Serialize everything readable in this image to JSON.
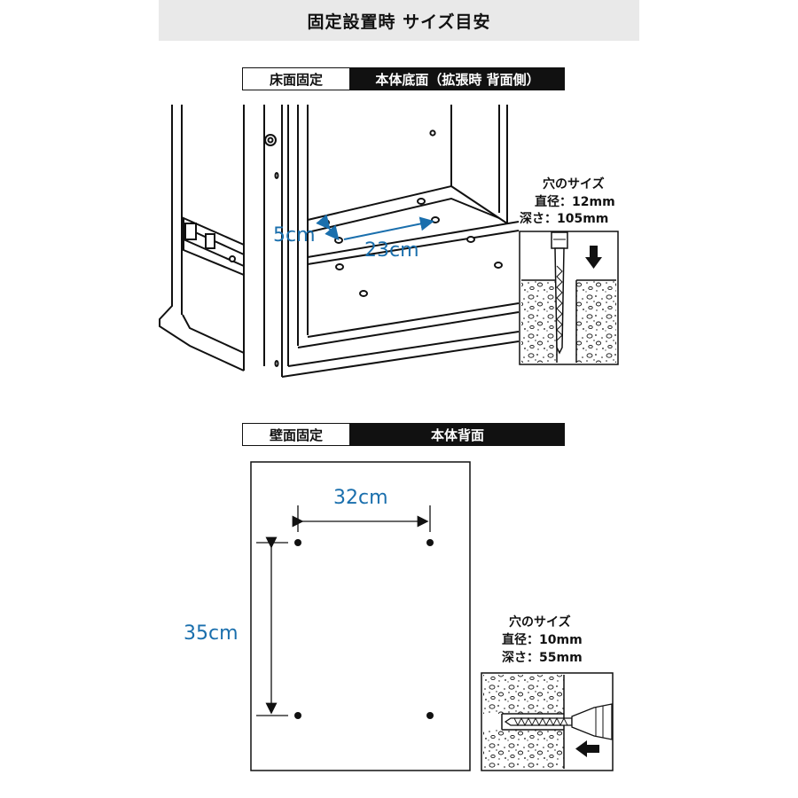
{
  "header": {
    "title": "固定設置時 サイズ目安"
  },
  "floor": {
    "tag": "床面固定",
    "view": "本体底面（拡張時 背面側）",
    "dim_short": "5cm",
    "dim_long": "23cm",
    "hole": {
      "title": "穴のサイズ",
      "diameter": "直径：12mm",
      "depth": "深さ：105mm"
    }
  },
  "wall": {
    "tag": "壁面固定",
    "view": "本体背面",
    "dim_width": "32cm",
    "dim_height": "35cm",
    "hole": {
      "title": "穴のサイズ",
      "diameter": "直径：10mm",
      "depth": "深さ：55mm"
    }
  },
  "colors": {
    "accent": "#1a6fad",
    "band": "#e9e9e9",
    "ink": "#111111"
  }
}
